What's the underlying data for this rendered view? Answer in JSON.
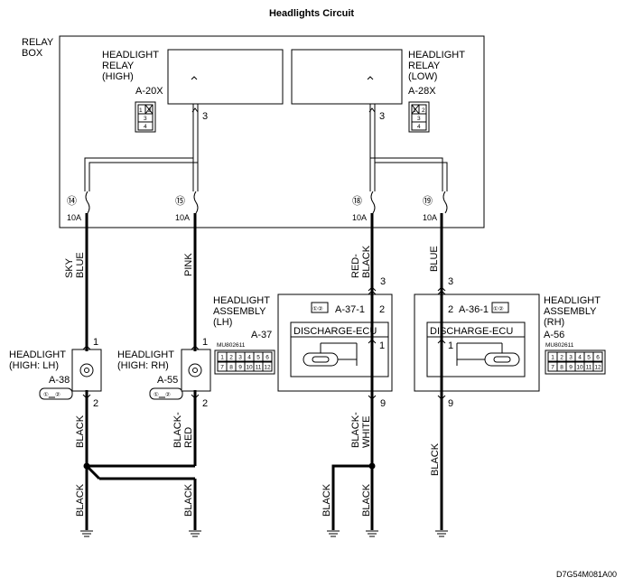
{
  "title": "Headlights Circuit",
  "relay_box": {
    "label_line1": "RELAY",
    "label_line2": "BOX",
    "relay_high": {
      "line1": "HEADLIGHT",
      "line2": "RELAY",
      "line3": "(HIGH)",
      "connector": "A-20X",
      "pin": "3"
    },
    "relay_low": {
      "line1": "HEADLIGHT",
      "line2": "RELAY",
      "line3": "(LOW)",
      "connector": "A-28X",
      "pin": "3"
    },
    "relay_connector_pins": [
      "1",
      "2",
      "3",
      "4"
    ],
    "fuses": [
      {
        "number": "⑭",
        "rating": "10A"
      },
      {
        "number": "⑮",
        "rating": "10A"
      },
      {
        "number": "⑱",
        "rating": "10A"
      },
      {
        "number": "⑲",
        "rating": "10A"
      }
    ]
  },
  "wires": {
    "sky_blue_line1": "SKY",
    "sky_blue_line2": "BLUE",
    "pink": "PINK",
    "red_black_line1": "RED-",
    "red_black_line2": "BLACK",
    "blue": "BLUE",
    "black_lh": "BLACK",
    "black_red_line1": "BLACK-",
    "black_red_line2": "RED",
    "black_white_line1": "BLACK-",
    "black_white_line2": "WHITE",
    "black_rh": "BLACK",
    "ground_1": "BLACK",
    "ground_2": "BLACK",
    "ground_3": "BLACK",
    "ground_4": "BLACK"
  },
  "pins": {
    "lh_top": "1",
    "lh_bottom": "2",
    "rh_top": "1",
    "rh_bottom": "2",
    "asm_lh_top_outer": "3",
    "asm_lh_top_inner": "2",
    "asm_lh_bottom_inner": "1",
    "asm_lh_bottom_outer": "9",
    "asm_rh_top_outer": "3",
    "asm_rh_top_inner": "2",
    "asm_rh_bottom_inner": "1",
    "asm_rh_bottom_outer": "9"
  },
  "headlight_high_lh": {
    "line1": "HEADLIGHT",
    "line2": "(HIGH: LH)",
    "connector": "A-38",
    "conn_pins": "①‗‗②"
  },
  "headlight_high_rh": {
    "line1": "HEADLIGHT",
    "line2": "(HIGH: RH)",
    "connector": "A-55",
    "conn_pins": "①‗‗②"
  },
  "assembly_lh": {
    "line1": "HEADLIGHT",
    "line2": "ASSEMBLY",
    "line3": "(LH)",
    "connector": "A-37",
    "part_no": "MU802611",
    "sub_connector": "A-37-1",
    "sub_pins": "①②",
    "ecu_label": "DISCHARGE-ECU",
    "grid_row1": [
      "1",
      "2",
      "3",
      "4",
      "5",
      "6"
    ],
    "grid_row2": [
      "7",
      "8",
      "9",
      "10",
      "11",
      "12"
    ]
  },
  "assembly_rh": {
    "line1": "HEADLIGHT",
    "line2": "ASSEMBLY",
    "line3": "(RH)",
    "connector": "A-56",
    "part_no": "MU802611",
    "sub_connector": "A-36-1",
    "sub_pins": "①②",
    "ecu_label": "DISCHARGE-ECU",
    "grid_row1": [
      "1",
      "2",
      "3",
      "4",
      "5",
      "6"
    ],
    "grid_row2": [
      "7",
      "8",
      "9",
      "10",
      "11",
      "12"
    ]
  },
  "figure_code": "D7G54M081A00"
}
